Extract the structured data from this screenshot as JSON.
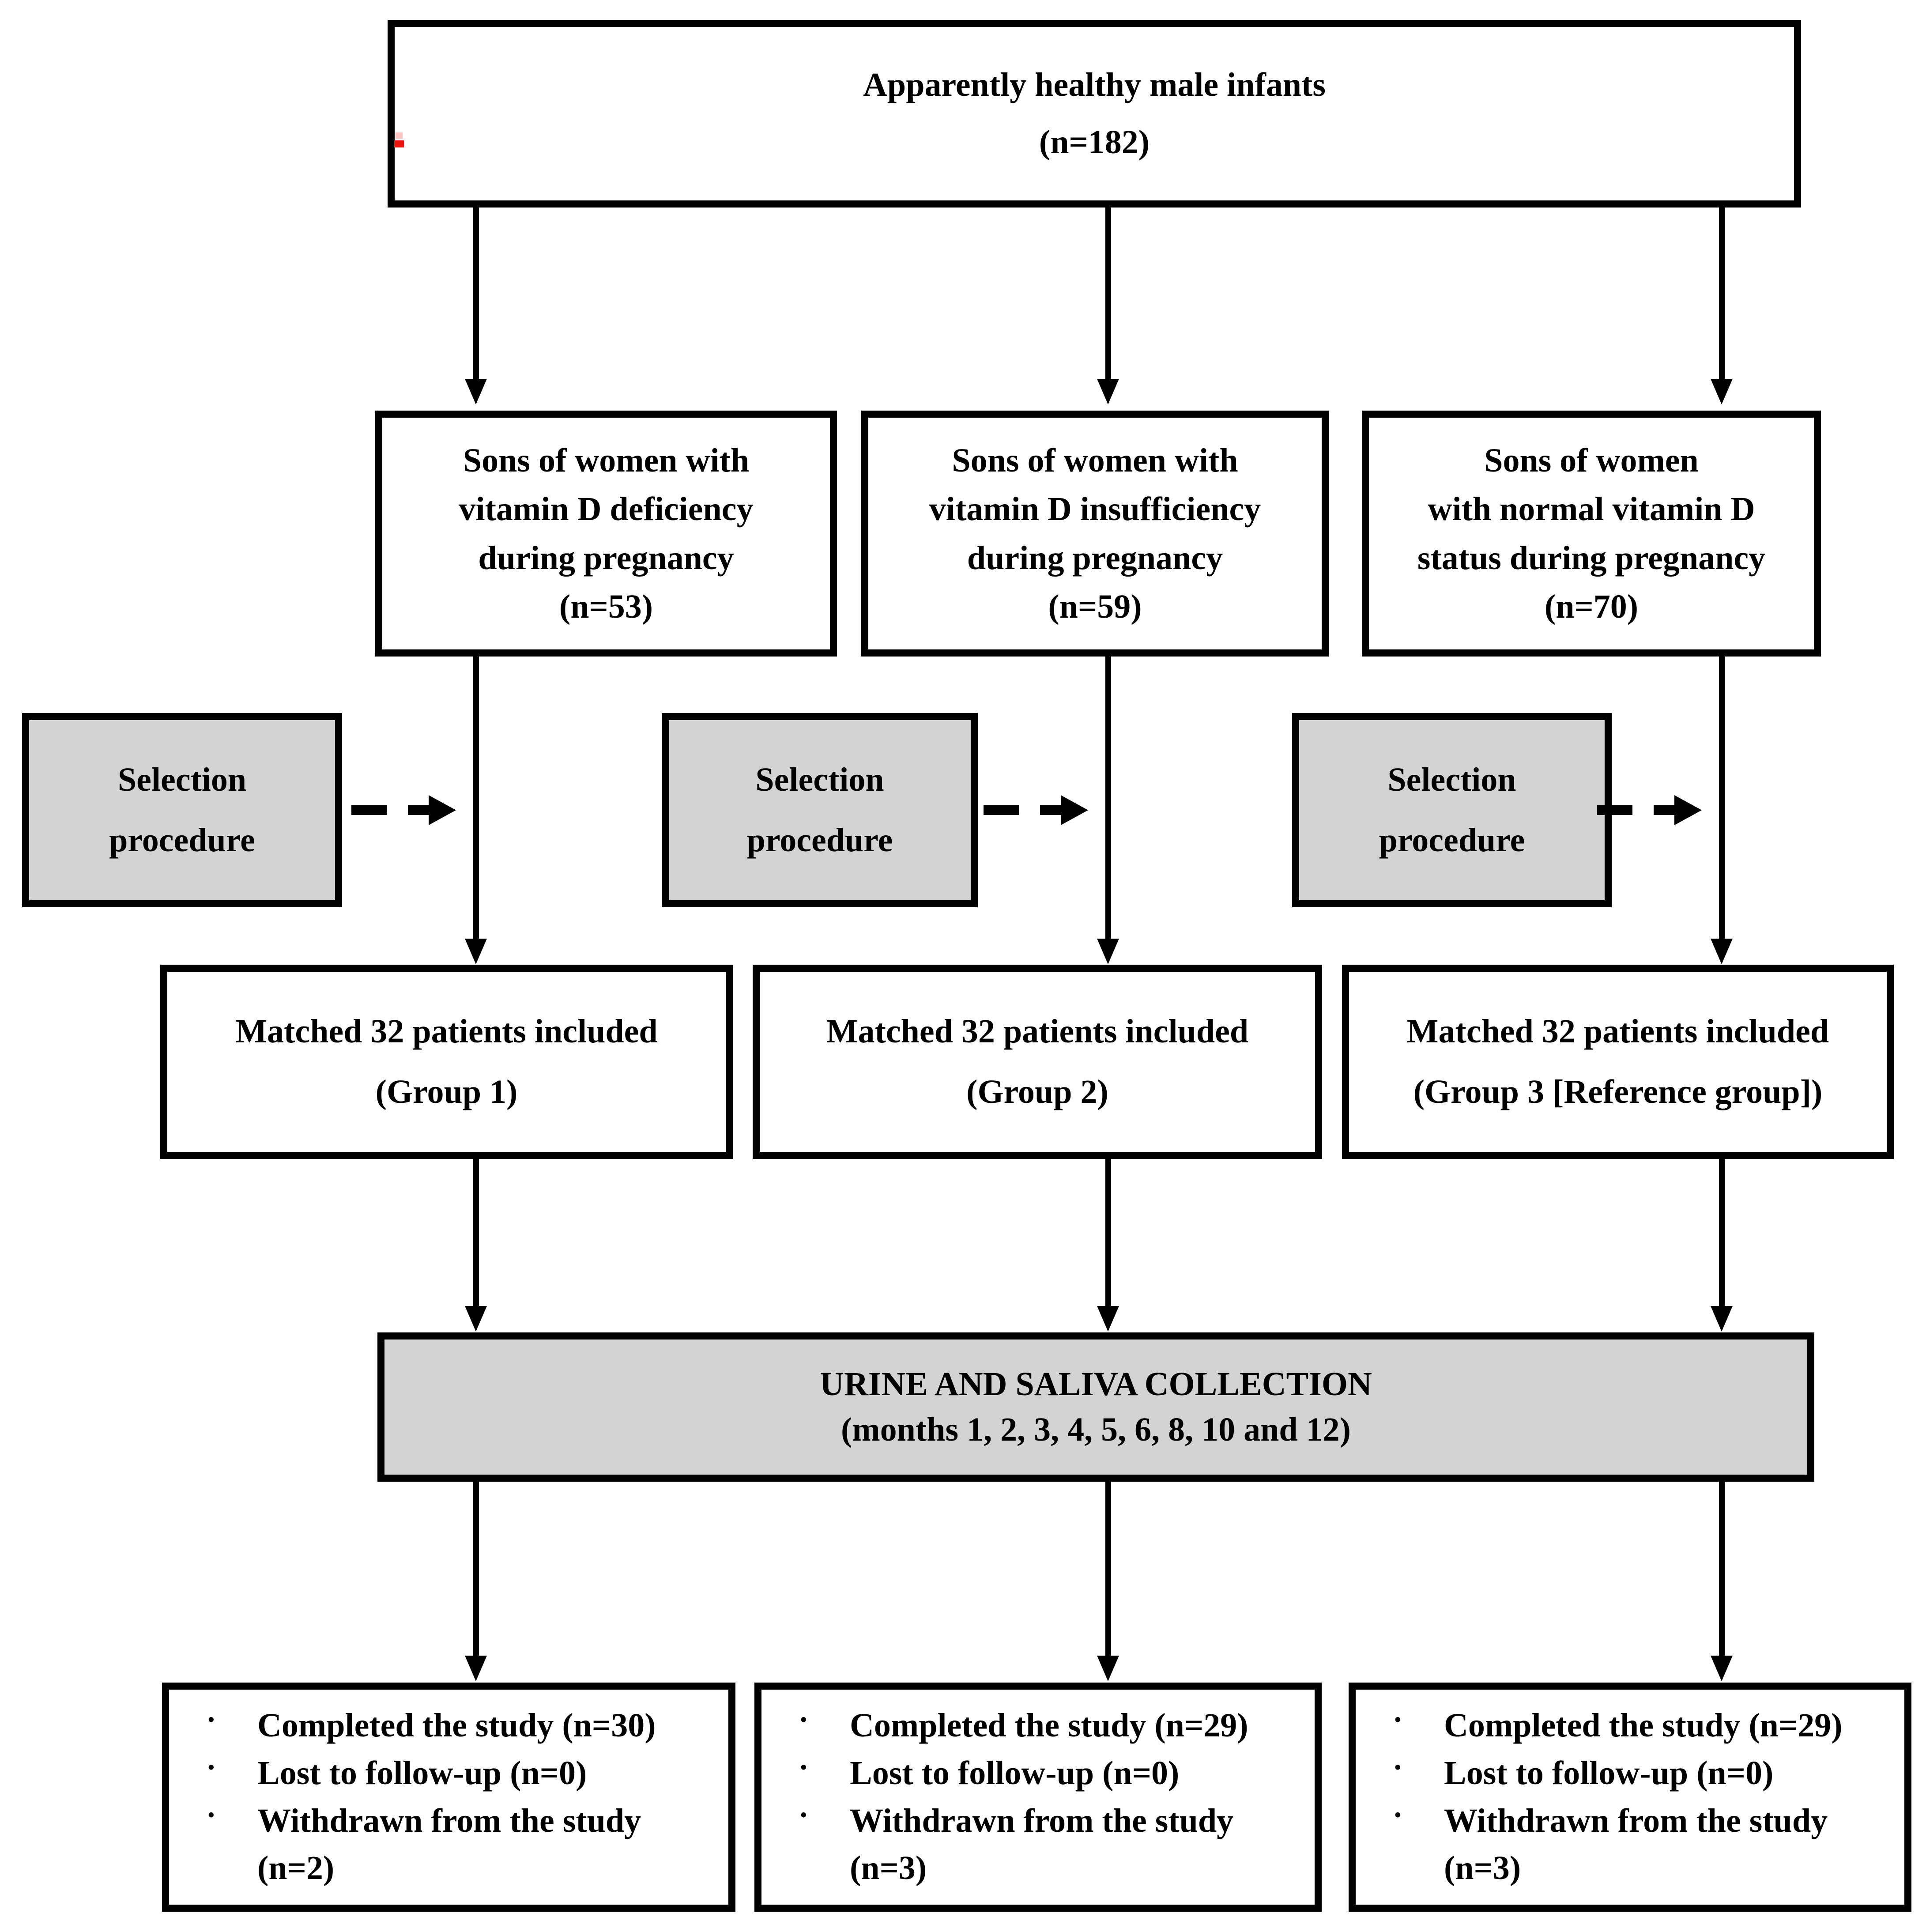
{
  "glyphs": {
    "bullet": "•"
  },
  "colors": {
    "border": "#000000",
    "gray_fill": "#d3d3d3",
    "background": "#ffffff",
    "artifact_red": "#e8150d"
  },
  "top_box": {
    "line1": "Apparently healthy male infants",
    "line2": "(n=182)"
  },
  "cohorts": [
    {
      "lines": [
        "Sons of women with",
        "vitamin D deficiency",
        "during pregnancy",
        "(n=53)"
      ]
    },
    {
      "lines": [
        "Sons of women with",
        "vitamin D insufficiency",
        "during pregnancy",
        "(n=59)"
      ]
    },
    {
      "lines": [
        "Sons of women",
        "with normal vitamin D",
        "status during pregnancy",
        "(n=70)"
      ]
    }
  ],
  "selection_box": {
    "line1": "Selection",
    "line2": "procedure"
  },
  "matched_boxes": [
    {
      "line1": "Matched 32 patients included",
      "line2": "(Group 1)"
    },
    {
      "line1": "Matched 32 patients included",
      "line2": "(Group 2)"
    },
    {
      "line1": "Matched 32 patients included",
      "line2": "(Group 3 [Reference group])"
    }
  ],
  "collection_box": {
    "line1": "URINE AND SALIVA COLLECTION",
    "line2": "(months 1, 2, 3, 4, 5, 6, 8, 10 and 12)"
  },
  "outcome_boxes": [
    {
      "items": [
        {
          "text": "Completed the study (n=30)"
        },
        {
          "text": "Lost to follow-up (n=0)"
        },
        {
          "text": "Withdrawn from the study",
          "text2": "(n=2)"
        }
      ]
    },
    {
      "items": [
        {
          "text": "Completed the study (n=29)"
        },
        {
          "text": "Lost to follow-up (n=0)"
        },
        {
          "text": "Withdrawn from the study",
          "text2": "(n=3)"
        }
      ]
    },
    {
      "items": [
        {
          "text": "Completed the study (n=29)"
        },
        {
          "text": "Lost to follow-up (n=0)"
        },
        {
          "text": "Withdrawn from the study",
          "text2": "(n=3)"
        }
      ]
    }
  ]
}
